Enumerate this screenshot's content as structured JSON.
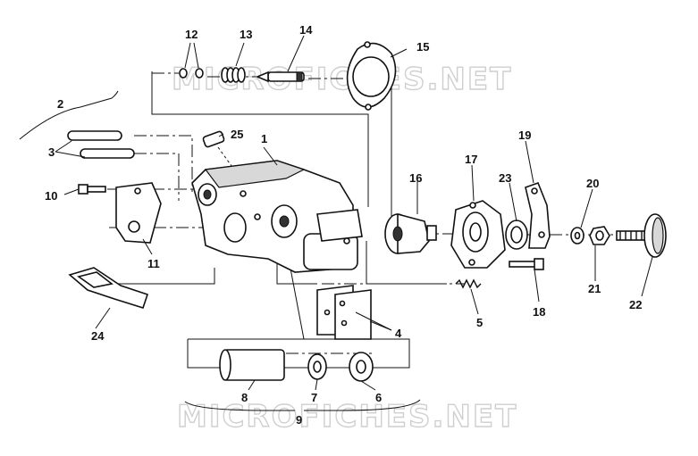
{
  "watermark": {
    "top": "MICROFICHES.NET",
    "bottom": "MICROFICHES.NET"
  },
  "callouts": {
    "c1": "1",
    "c2": "2",
    "c3": "3",
    "c4": "4",
    "c5": "5",
    "c6": "6",
    "c7": "7",
    "c8": "8",
    "c9": "9",
    "c10": "10",
    "c11": "11",
    "c12": "12",
    "c13": "13",
    "c14": "14",
    "c15": "15",
    "c16": "16",
    "c17": "17",
    "c18": "18",
    "c19": "19",
    "c20": "20",
    "c21": "21",
    "c22": "22",
    "c23": "23",
    "c24": "24",
    "c25": "25"
  }
}
